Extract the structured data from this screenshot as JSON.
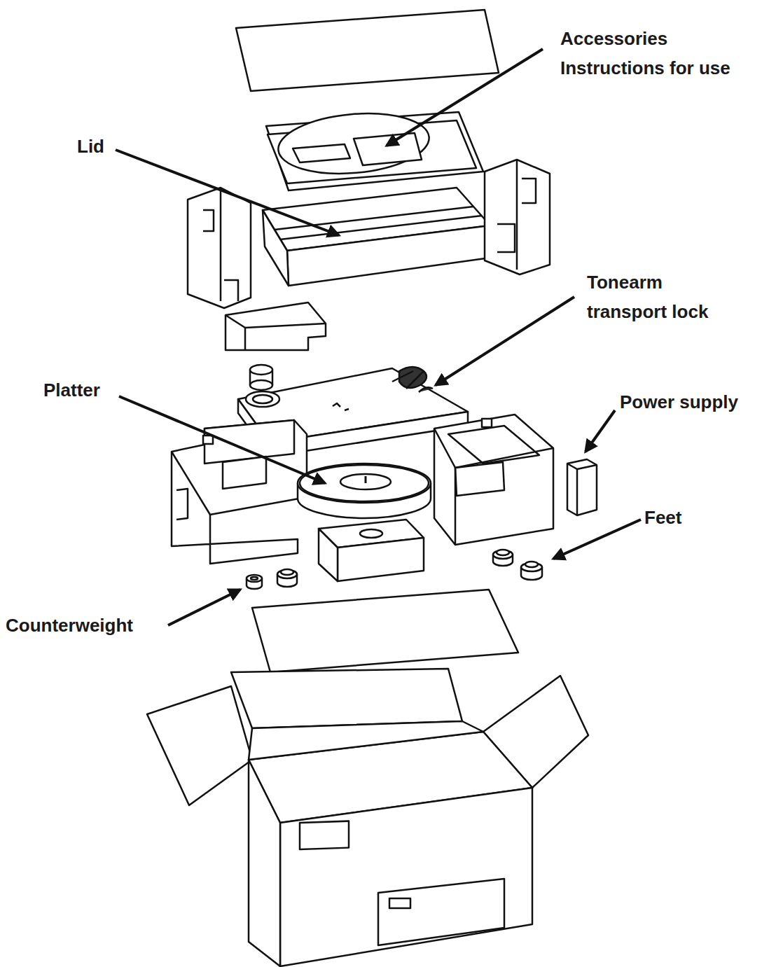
{
  "diagram": {
    "labels": [
      "Accessories Instructions for use",
      "Lid",
      "Tonearm transport lock",
      "Platter",
      "Power supply",
      "Feet",
      "Counterweight"
    ]
  }
}
